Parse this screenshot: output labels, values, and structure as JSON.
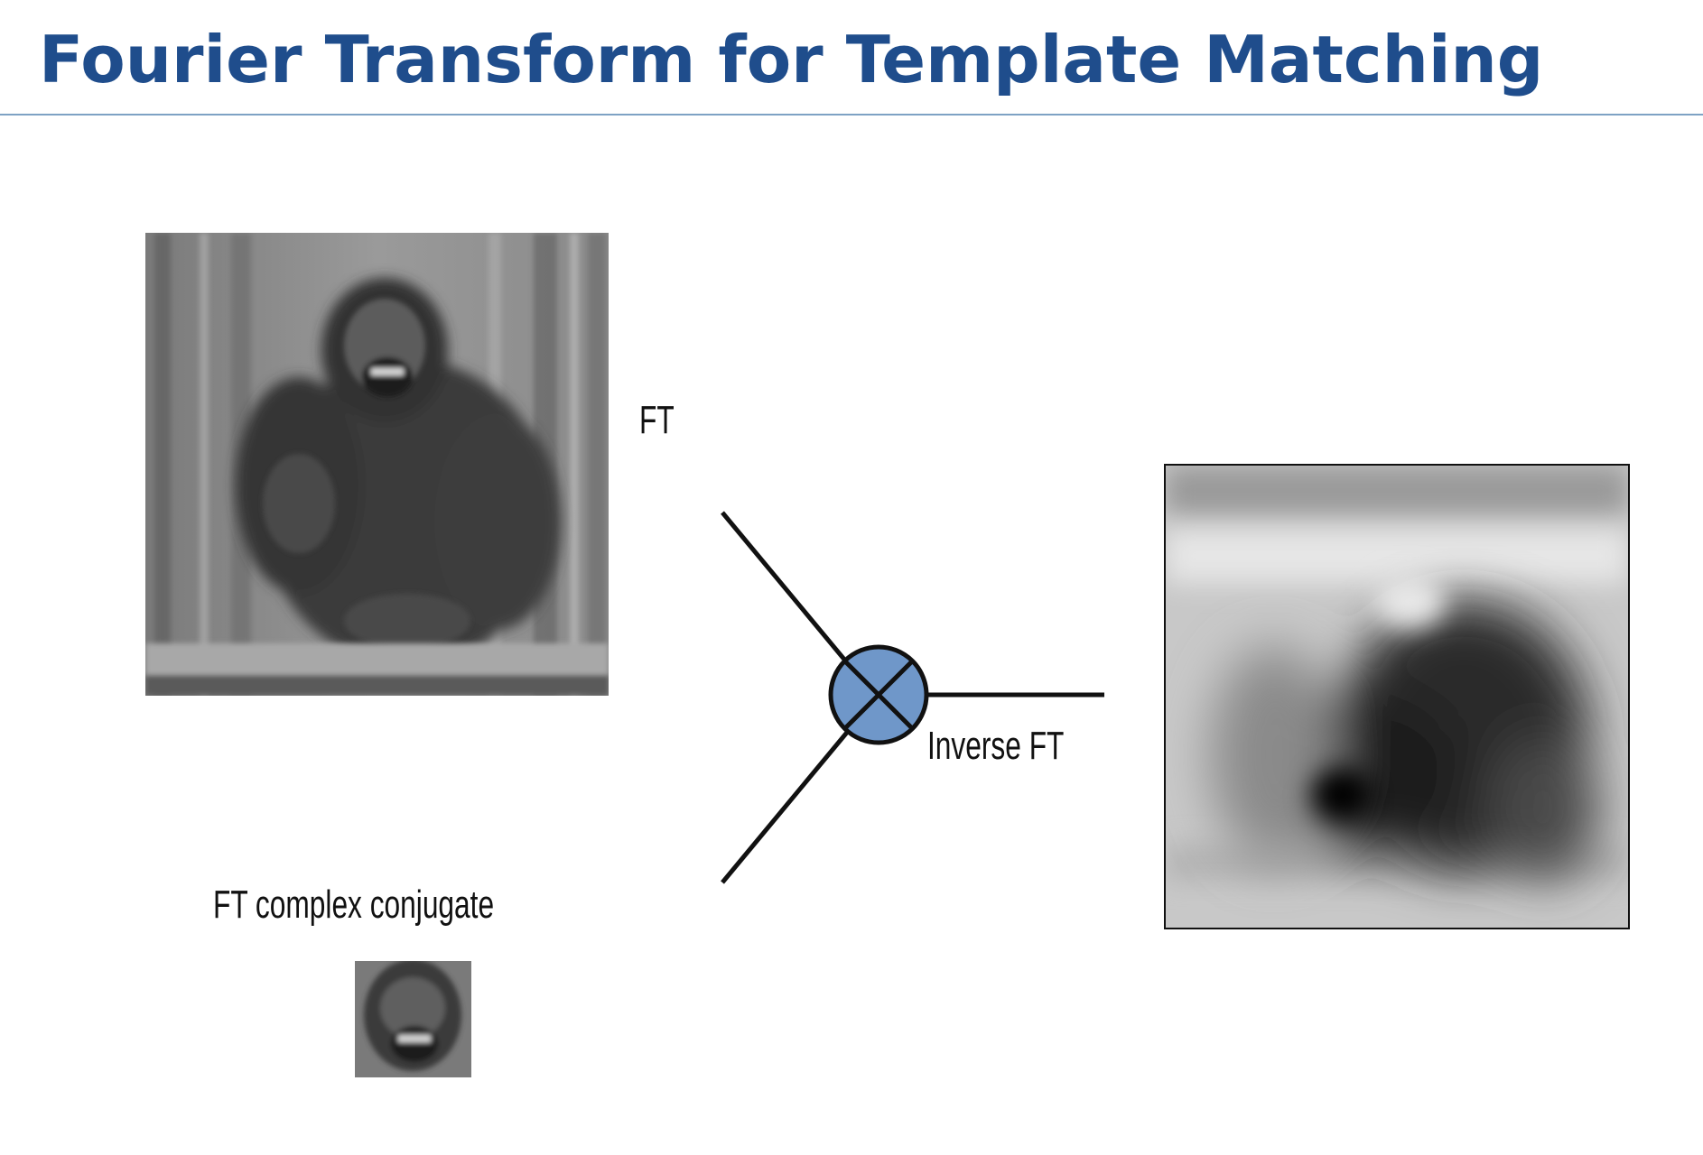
{
  "slide": {
    "title": "Fourier Transform for Template Matching"
  },
  "labels": {
    "forward": "FT",
    "conjugate": "FT complex conjugate",
    "inverse": "Inverse FT"
  },
  "images": {
    "source": "orangutan-photo",
    "template": "orangutan-face-crop",
    "result": "correlation-map"
  },
  "colors": {
    "title": "#1f4d8c",
    "rule": "#7ea2c4",
    "multiply_node_fill": "#6f97c9",
    "line": "#111111"
  },
  "icons": {
    "multiply": "circled-times-icon"
  }
}
